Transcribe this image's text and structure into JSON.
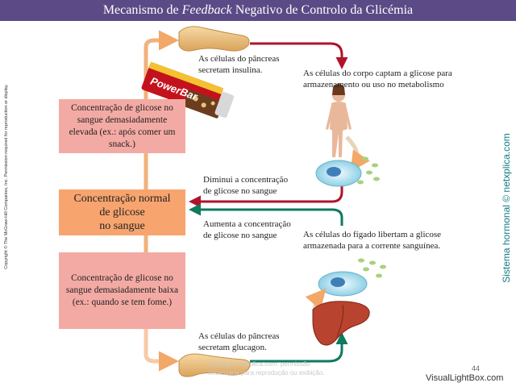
{
  "title": {
    "before": "Mecanismo de ",
    "italic": "Feedback",
    "after": " Negativo de Controlo da Glicémia"
  },
  "boxes": {
    "high": "Concentração de glicose no sangue demasiadamente elevada (ex.: após comer um snack.)",
    "normal": [
      "Concentração normal",
      "de glicose",
      "no sangue"
    ],
    "low": "Concentração de glicose no sangue demasiadamente baixa (ex.: quando se tem fome.)"
  },
  "labels": {
    "insulin": [
      "As células do pâncreas",
      "secretam insulina."
    ],
    "body_cells": [
      "As células do corpo captam a glicose para",
      "armazenamento ou uso no metabolismo"
    ],
    "decrease": [
      "Diminui a concentração",
      "de glicose no sangue"
    ],
    "increase": [
      "Aumenta a concentração",
      "de glicose no sangue"
    ],
    "liver": [
      "As células do fígado libertam a glicose",
      "armazenada para a corrente sanguínea."
    ],
    "glucagon": [
      "As células do pâncreas",
      "secretam glucagon."
    ]
  },
  "snack_text": "PowerBar",
  "copyright_side": "Copyright © The McGraw-Hill Companies, Inc. Permission required for reproduction or display.",
  "brand_side": "Sistema hormonal © netxplica.com",
  "watermark": [
    "Copyright netxplica.com: permissão",
    "necessária para reprodução ou exibição."
  ],
  "page_number": "44",
  "footer_site": "VisualLightBox.com",
  "colors": {
    "title_bg": "#5b4a86",
    "high_low_box": "#f4aaa4",
    "normal_box": "#f7a46e",
    "top_loop": "#b0132b",
    "bottom_loop": "#0e7a5e",
    "side_arrow": "#f2b27a",
    "brand": "#0f7a84"
  },
  "icons": [
    "pancreas-icon",
    "snack-bar-icon",
    "human-figure-icon",
    "cell-icon",
    "liver-icon",
    "glucose-molecule-icon"
  ]
}
